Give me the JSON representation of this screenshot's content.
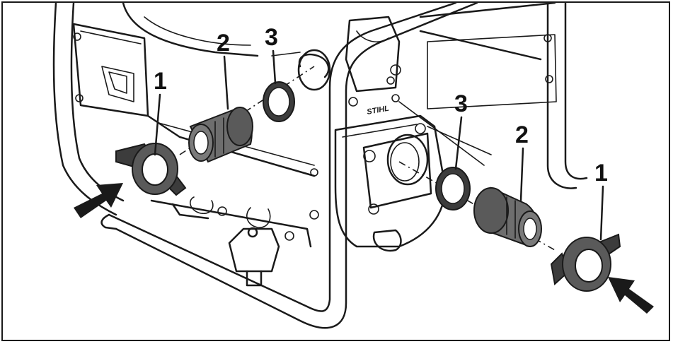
{
  "figure": {
    "labels": {
      "left_coupling_nut": "1",
      "left_hose_nozzle": "2",
      "left_seal_ring": "3",
      "right_seal_ring": "3",
      "right_hose_nozzle": "2",
      "right_coupling_nut": "1"
    },
    "brand_mark": "STIHL",
    "colors": {
      "line": "#1a1a1a",
      "part_fill": "#6e6e6e",
      "part_dark": "#3c3c3c",
      "background": "#ffffff"
    }
  }
}
